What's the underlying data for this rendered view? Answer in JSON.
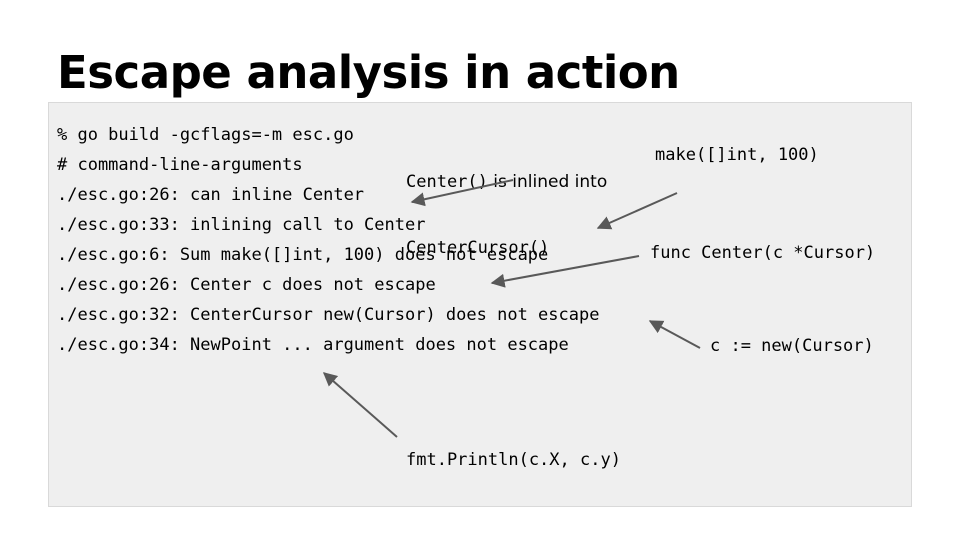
{
  "slide": {
    "title": "Escape analysis in action"
  },
  "code": {
    "lines": [
      "% go build -gcflags=-m esc.go",
      "# command-line-arguments",
      "./esc.go:26: can inline Center",
      "./esc.go:33: inlining call to Center",
      "./esc.go:6: Sum make([]int, 100) does not escape",
      "./esc.go:26: Center c does not escape",
      "./esc.go:32: CenterCursor new(Cursor) does not escape",
      "./esc.go:34: NewPoint ... argument does not escape"
    ]
  },
  "annotations": {
    "inline_note": {
      "code_part_1": "Center()",
      "text_part": " is inlined into",
      "code_part_2": "CenterCursor()"
    },
    "make_note": "make([]int, 100)",
    "func_note": "func Center(c *Cursor)",
    "new_note": "c := new(Cursor)",
    "println_note": "fmt.Println(c.X, c.y)"
  },
  "colors": {
    "code_background": "#efefef",
    "arrow": "#595959",
    "text": "#000000"
  }
}
